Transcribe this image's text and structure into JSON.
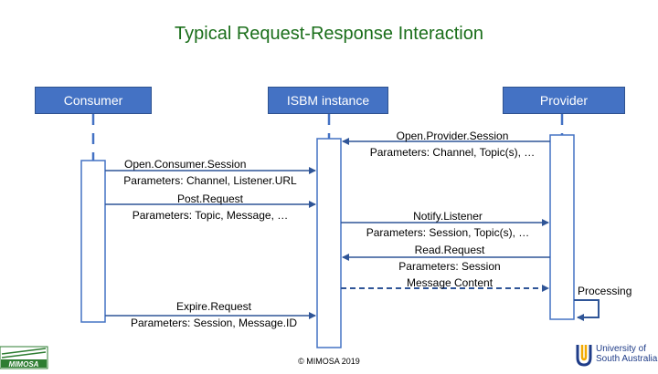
{
  "title": "Typical Request-Response Interaction",
  "actors": {
    "consumer": "Consumer",
    "isbm": "ISBM instance",
    "provider": "Provider"
  },
  "messages": {
    "open_provider": {
      "name": "Open.Provider.Session",
      "params": "Parameters: Channel, Topic(s), …"
    },
    "open_consumer": {
      "name": "Open.Consumer.Session",
      "params": "Parameters: Channel, Listener.URL"
    },
    "post_request": {
      "name": "Post.Request",
      "params": "Parameters: Topic, Message, …"
    },
    "notify_listener": {
      "name": "Notify.Listener",
      "params": "Parameters: Session, Topic(s), …"
    },
    "read_request": {
      "name": "Read.Request",
      "params": "Parameters: Session",
      "response": "Message Content"
    },
    "processing": "Processing",
    "expire_request": {
      "name": "Expire.Request",
      "params": "Parameters: Session, Message.ID"
    }
  },
  "footer": "© MIMOSA 2019",
  "logos": {
    "left": "MIMOSA",
    "right_line1": "University of",
    "right_line2": "South Australia"
  },
  "colors": {
    "title": "#1a6e1a",
    "actor_fill": "#4472c4",
    "lifeline": "#4472c4",
    "arrow": "#2f5597"
  }
}
